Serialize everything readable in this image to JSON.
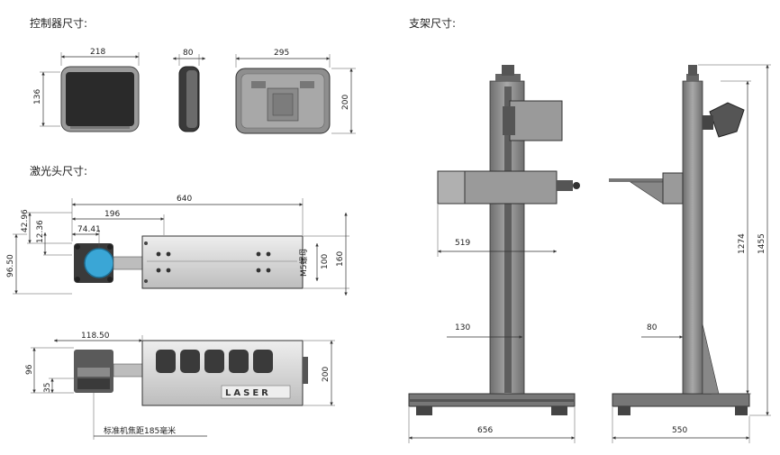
{
  "titles": {
    "controller": "控制器尺寸:",
    "stand": "支架尺寸:",
    "laser_head": "激光头尺寸:"
  },
  "controller": {
    "front_width": "218",
    "front_height": "136",
    "side_depth": "80",
    "back_width": "295",
    "back_height": "200"
  },
  "laser_head": {
    "total_length": "640",
    "offset_196": "196",
    "offset_74": "74.41",
    "h_42": "42.96",
    "h_12": "12.36",
    "h_96_50": "96.50",
    "side_label": "M5螺母",
    "side_100": "100",
    "side_160": "160",
    "w_118": "118.50",
    "h_96": "96",
    "h_35": "35",
    "body_200": "200",
    "panel_text": "LASER",
    "focal_note": "标准机焦距185毫米"
  },
  "stand": {
    "arm_519": "519",
    "col_130": "130",
    "base_656": "656",
    "col_80": "80",
    "height_1274": "1274",
    "height_1455": "1455",
    "base_550": "550"
  },
  "colors": {
    "frame": "#8e8e8e",
    "dark": "#3a3a3a",
    "screen": "#2a2a2a",
    "lens": "#3aa6d6",
    "body": "#d8d8d8"
  }
}
